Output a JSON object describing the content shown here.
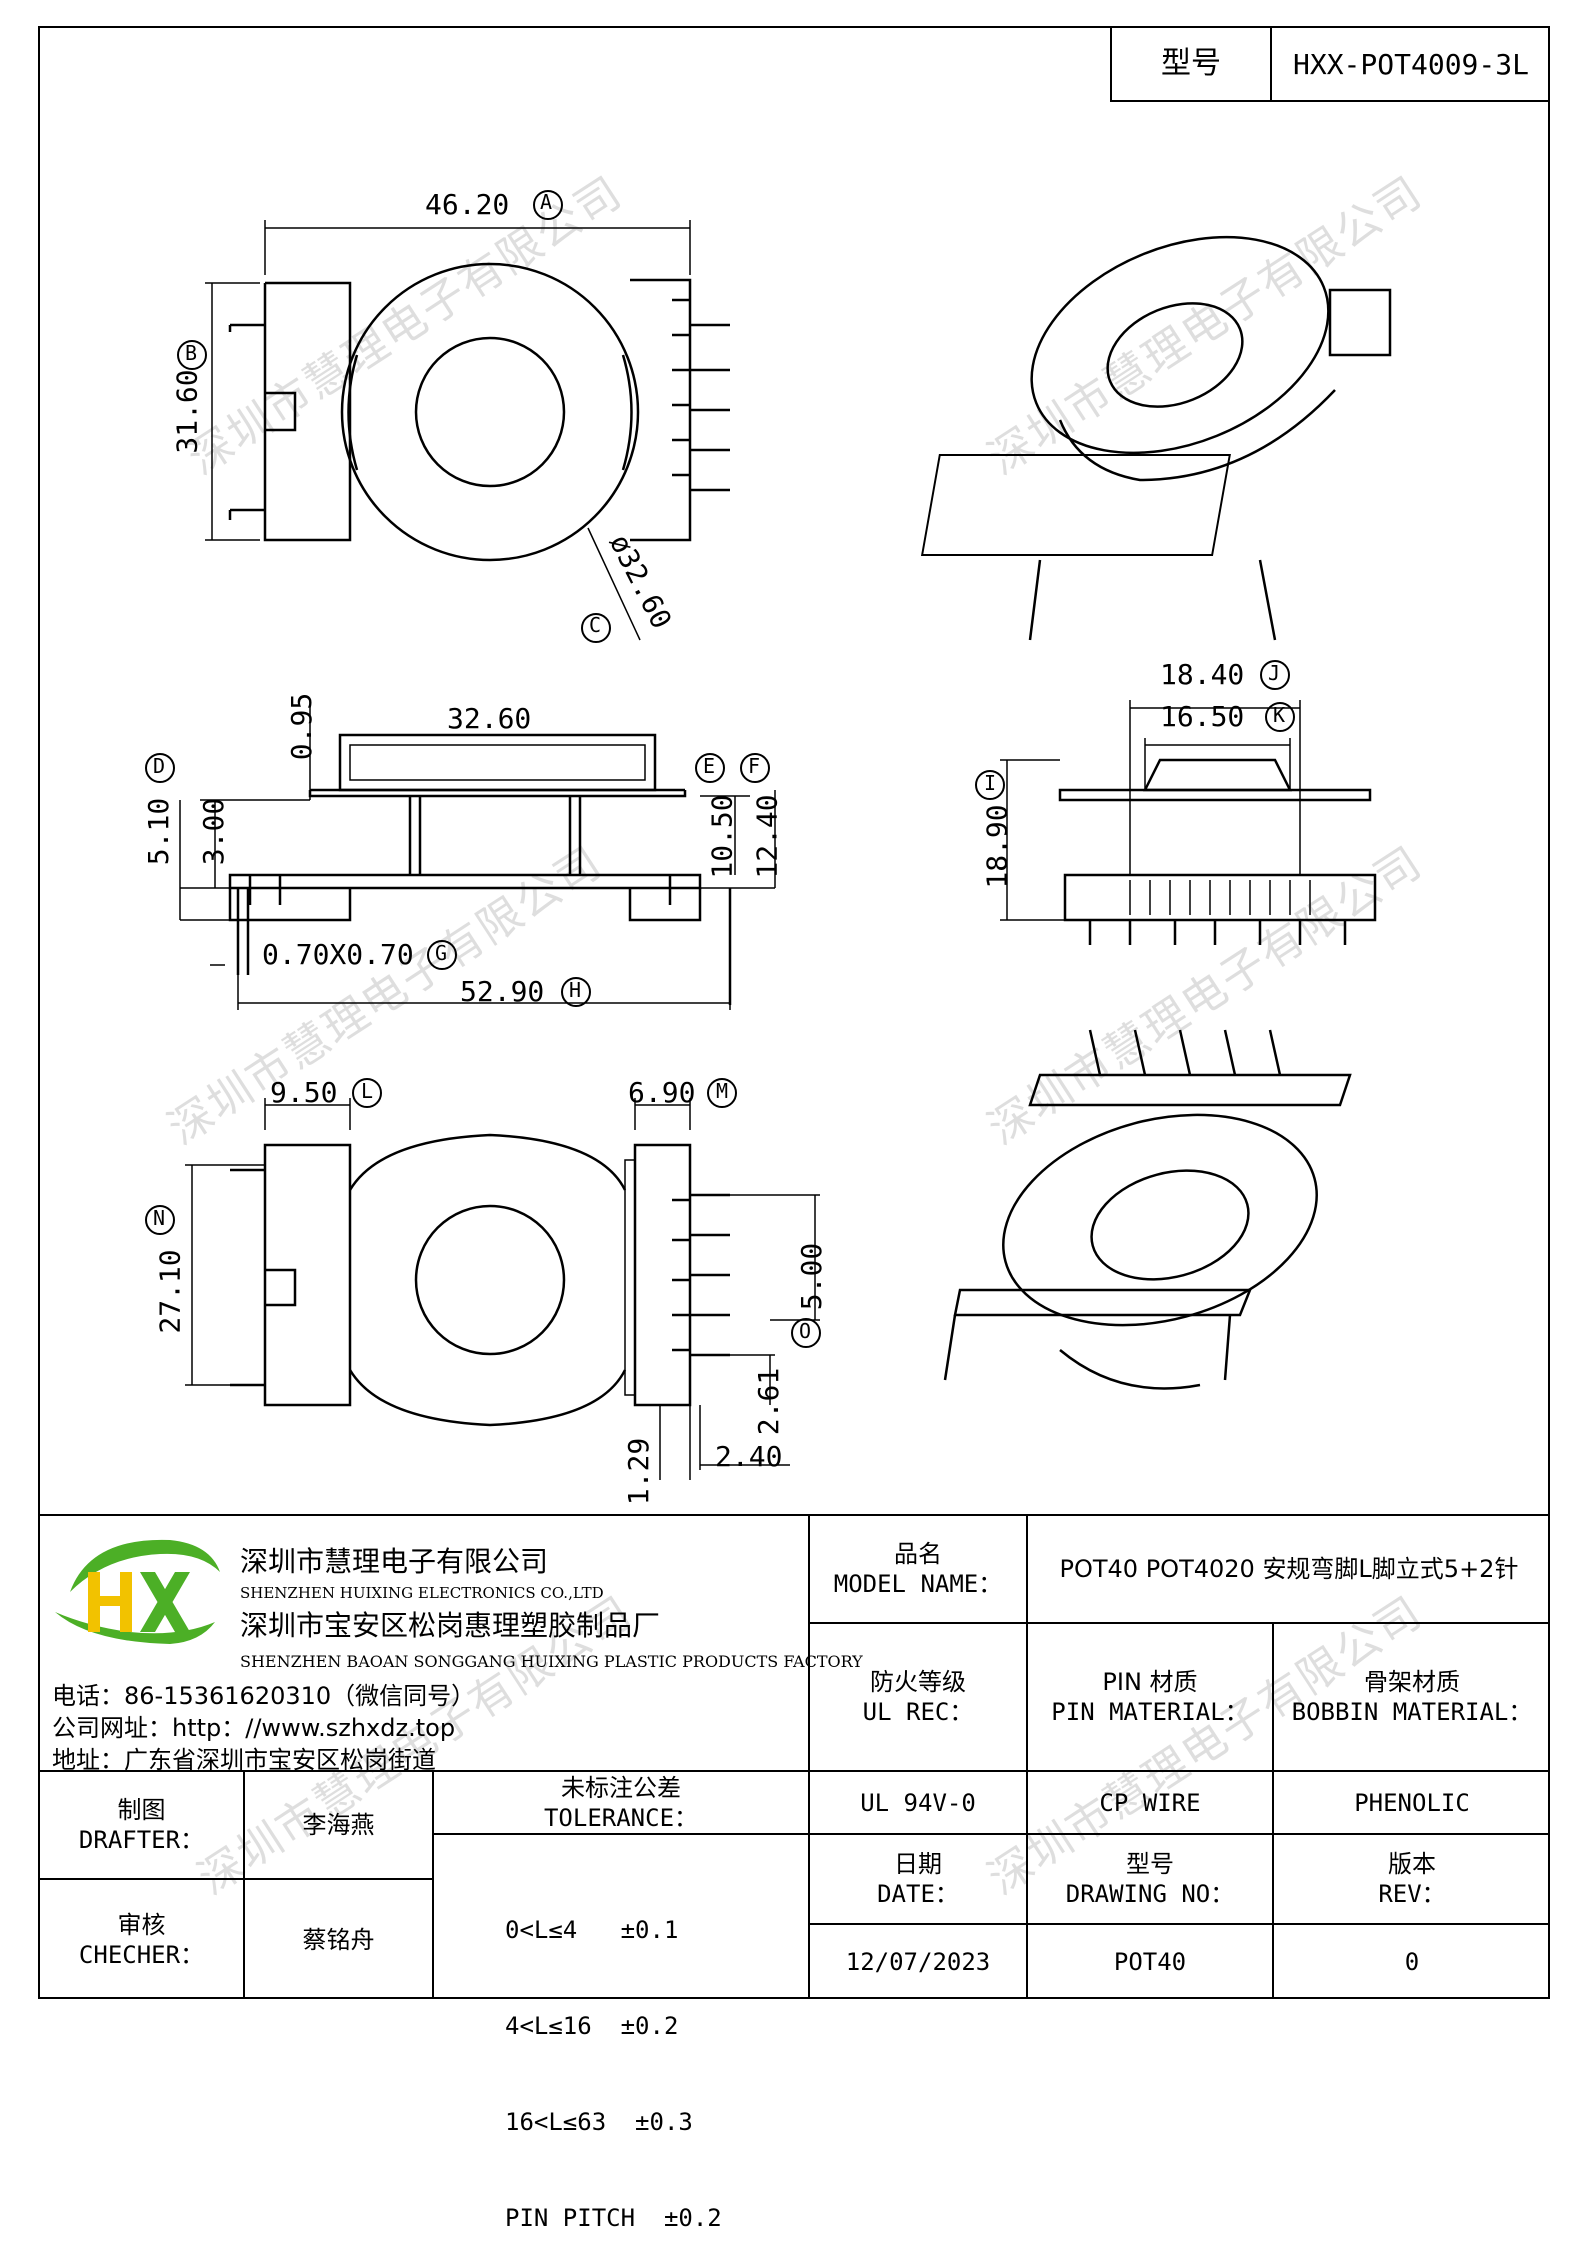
{
  "header": {
    "type_label": "型号",
    "type_value": "HXX-POT4009-3L"
  },
  "watermark": "深圳市慧理电子有限公司",
  "dimensions": {
    "A": "46.20",
    "A_tag": "A",
    "B": "31.60",
    "B_tag": "B",
    "C": "ø32.60",
    "C_tag": "C",
    "top_clearance": "0.95",
    "flange_width": "32.60",
    "D": "5.10",
    "D_tag": "D",
    "base_height": "3.00",
    "E": "10.50",
    "E_tag": "E",
    "F": "12.40",
    "F_tag": "F",
    "G": "0.70X0.70",
    "G_tag": "G",
    "H": "52.90",
    "H_tag": "H",
    "J": "18.40",
    "J_tag": "J",
    "K": "16.50",
    "K_tag": "K",
    "I": "18.90",
    "I_tag": "I",
    "L": "9.50",
    "L_tag": "L",
    "M": "6.90",
    "M_tag": "M",
    "N": "27.10",
    "N_tag": "N",
    "O": "5.00",
    "O_tag": "O",
    "pitch_offset": "2.61",
    "pin_offset": "1.29",
    "pin_span": "2.40"
  },
  "company": {
    "logo_text": "HX",
    "name_cn": "深圳市慧理电子有限公司",
    "name_en": "SHENZHEN HUIXING ELECTRONICS CO.,LTD",
    "factory_cn": "深圳市宝安区松岗惠理塑胶制品厂",
    "factory_en": "SHENZHEN BAOAN SONGGANG HUIXING PLASTIC PRODUCTS FACTORY",
    "phone": "电话：86-15361620310（微信同号）",
    "website": "公司网址：http：//www.szhxdz.top",
    "address": "地址：广东省深圳市宝安区松岗街道"
  },
  "title_block": {
    "model_name_cn": "品名",
    "model_name_en": "MODEL NAME：",
    "model_name_value": "POT40 POT4020 安规弯脚L脚立式5+2针",
    "ul_rec_cn": "防火等级",
    "ul_rec_en": "UL REC：",
    "pin_material_cn": "PIN 材质",
    "pin_material_en": "PIN MATERIAL：",
    "bobbin_material_cn": "骨架材质",
    "bobbin_material_en": "BOBBIN MATERIAL：",
    "ul_value": "UL 94V-0",
    "pin_value": "CP WIRE",
    "bobbin_value": "PHENOLIC",
    "drafter_cn": "制图",
    "drafter_en": "DRAFTER：",
    "drafter_name": "李海燕",
    "checker_cn": "审核",
    "checker_en": "CHECHER：",
    "checker_name": "蔡铭舟",
    "tolerance_cn": "未标注公差",
    "tolerance_en": "TOLERANCE：",
    "tolerance_lines": [
      "0<L≤4   ±0.1",
      "4<L≤16  ±0.2",
      "16<L≤63  ±0.3",
      "PIN PITCH  ±0.2"
    ],
    "date_cn": "日期",
    "date_en": "DATE：",
    "date_value": "12/07/2023",
    "drawing_no_cn": "型号",
    "drawing_no_en": "DRAWING NO：",
    "drawing_no_value": "POT40",
    "rev_cn": "版本",
    "rev_en": "REV：",
    "rev_value": "0"
  },
  "colors": {
    "logo_green": "#4caf26",
    "logo_yellow": "#f2c200"
  }
}
